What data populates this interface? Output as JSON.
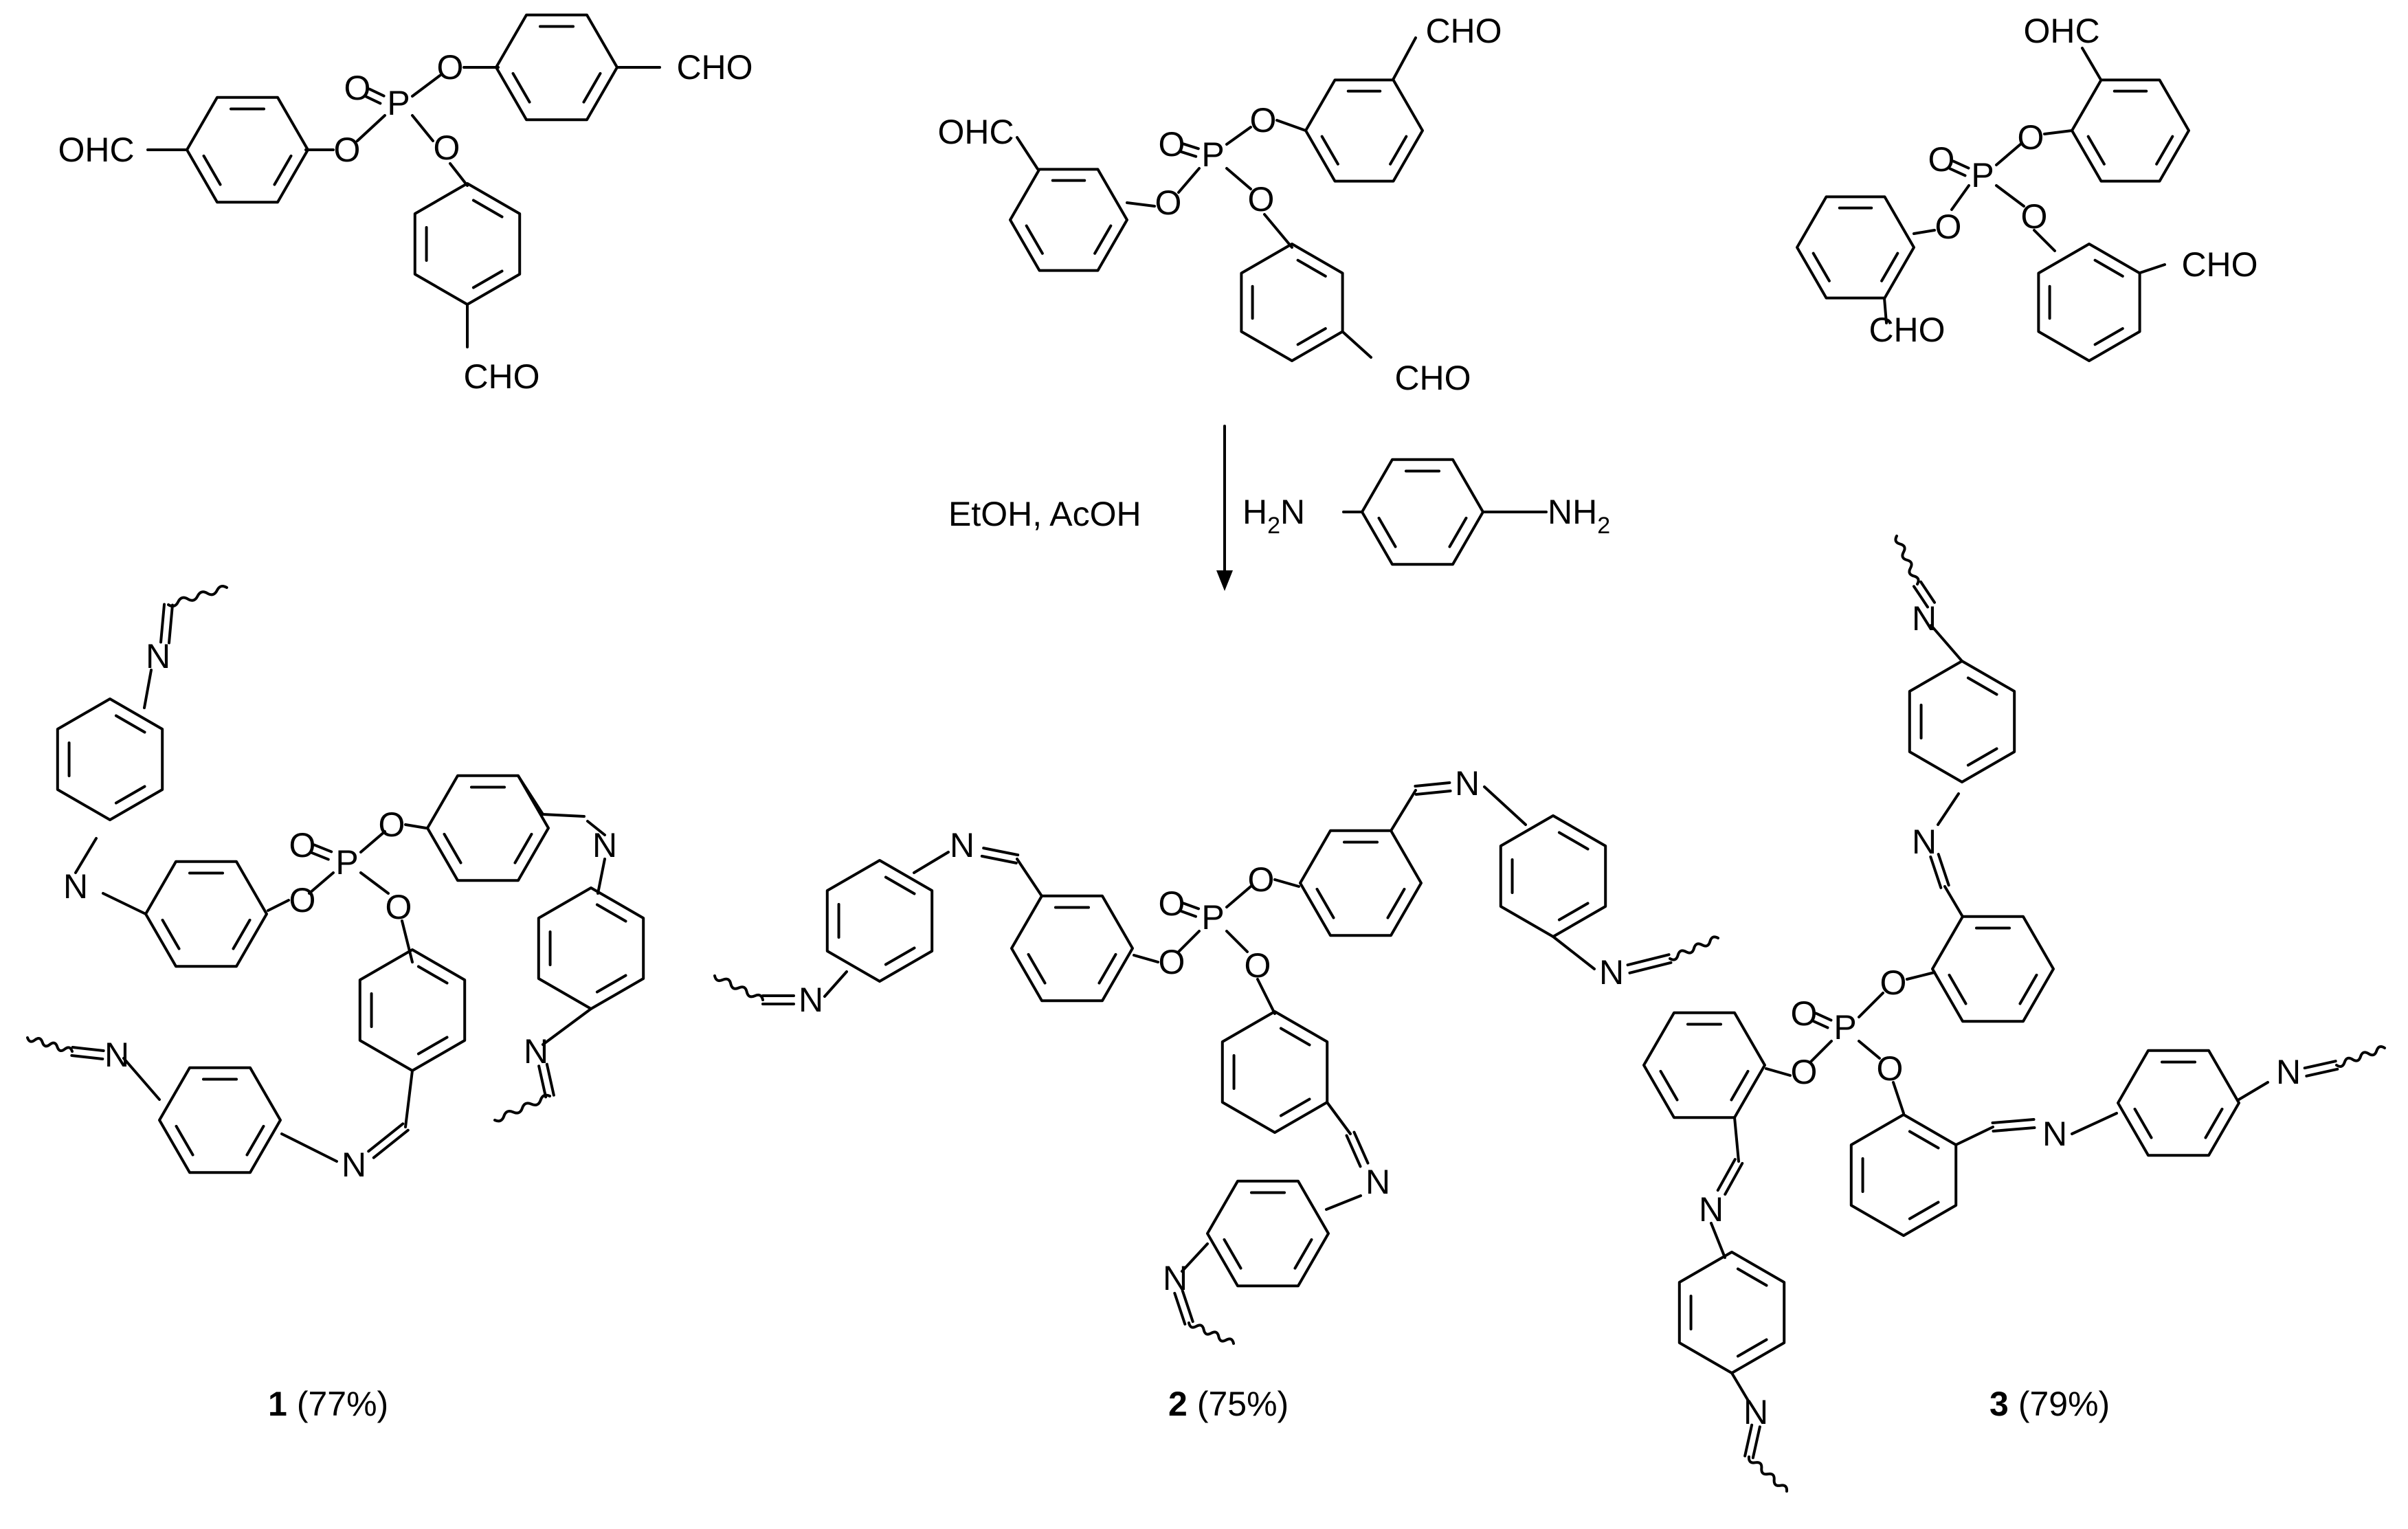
{
  "reagents": {
    "solvent": "EtOH, AcOH",
    "amine_left": "H",
    "amine_left_sub": "2",
    "amine_left_n": "N",
    "amine_right": "NH",
    "amine_right_sub": "2"
  },
  "atoms": {
    "P": "P",
    "O": "O",
    "N": "N",
    "CHO": "CHO",
    "OHC": "OHC"
  },
  "products": [
    {
      "number": "1",
      "yield": "(77%)"
    },
    {
      "number": "2",
      "yield": "(75%)"
    },
    {
      "number": "3",
      "yield": "(79%)"
    }
  ]
}
